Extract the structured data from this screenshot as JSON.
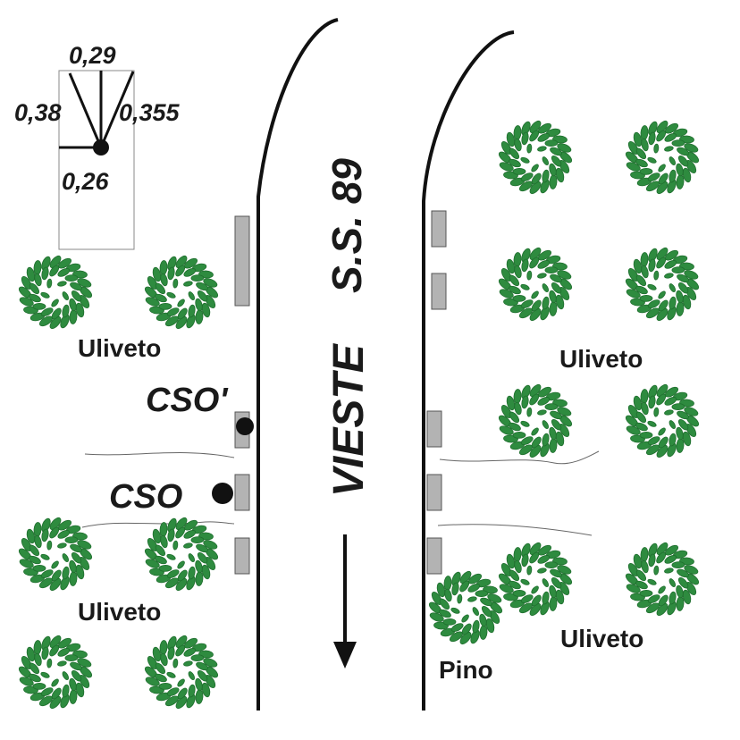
{
  "road": {
    "name": "S.S. 89",
    "direction": "VIESTE",
    "line_color": "#111111"
  },
  "wind_diagram": {
    "values": [
      "0,29",
      "0,38",
      "0,355",
      "0,26"
    ]
  },
  "points": [
    {
      "label": "CSO'"
    },
    {
      "label": "CSO"
    }
  ],
  "vegetation": {
    "olive_label": "Uliveto",
    "pine_label": "Pino",
    "tree_color": "#2e8b3f",
    "stroke_color": "#1f6e2e"
  },
  "labels": {
    "uliveto_left_top": "Uliveto",
    "uliveto_right_top": "Uliveto",
    "uliveto_left_bottom": "Uliveto",
    "uliveto_right_bottom": "Uliveto",
    "pino": "Pino"
  },
  "barrier_color": "#b3b3b3"
}
